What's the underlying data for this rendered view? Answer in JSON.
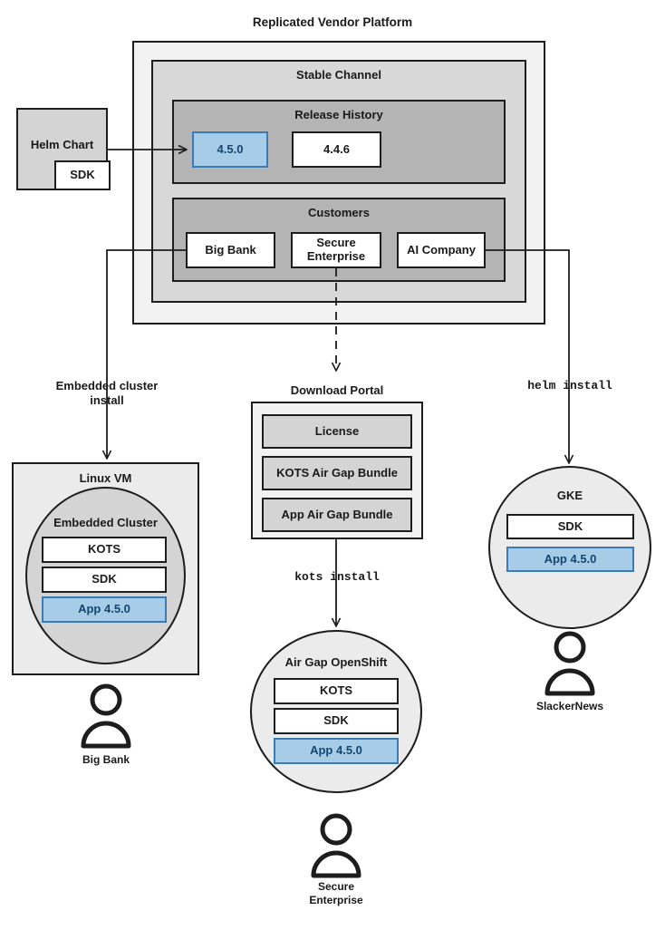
{
  "diagram": {
    "title": "Replicated Vendor Platform",
    "platform": {
      "stable_channel": {
        "label": "Stable Channel",
        "release_history": {
          "label": "Release History",
          "releases": [
            {
              "version": "4.5.0",
              "highlighted": true
            },
            {
              "version": "4.4.6",
              "highlighted": false
            }
          ]
        },
        "customers": {
          "label": "Customers",
          "items": [
            {
              "name": "Big Bank"
            },
            {
              "name": "Secure Enterprise"
            },
            {
              "name": "AI Company"
            }
          ]
        }
      }
    },
    "helm_chart": {
      "label": "Helm Chart",
      "sdk_label": "SDK"
    },
    "edges": [
      {
        "label": "Embedded cluster install",
        "style": "solid",
        "from": "Big Bank",
        "to": "Linux VM"
      },
      {
        "label": "",
        "style": "dashed",
        "from": "Secure Enterprise",
        "to": "Download Portal"
      },
      {
        "label": "kots install",
        "style": "solid",
        "mono": true,
        "from": "Download Portal",
        "to": "Air Gap OpenShift"
      },
      {
        "label": "helm install",
        "style": "solid",
        "mono": true,
        "from": "AI Company",
        "to": "GKE"
      }
    ],
    "download_portal": {
      "label": "Download Portal",
      "artifacts": [
        "License",
        "KOTS Air Gap Bundle",
        "App Air Gap Bundle"
      ]
    },
    "targets": [
      {
        "id": "linux-vm",
        "label": "Linux VM",
        "shape": "rect",
        "inner_label": "Embedded Cluster",
        "components": [
          {
            "name": "KOTS",
            "highlighted": false
          },
          {
            "name": "SDK",
            "highlighted": false
          },
          {
            "name": "App 4.5.0",
            "highlighted": true
          }
        ],
        "owner": "Big Bank"
      },
      {
        "id": "air-gap-openshift",
        "label": "Air Gap OpenShift",
        "shape": "ellipse",
        "components": [
          {
            "name": "KOTS",
            "highlighted": false
          },
          {
            "name": "SDK",
            "highlighted": false
          },
          {
            "name": "App 4.5.0",
            "highlighted": true
          }
        ],
        "owner": "Secure\nEnterprise",
        "owner_line1": "Secure",
        "owner_line2": "Enterprise"
      },
      {
        "id": "gke",
        "label": "GKE",
        "shape": "ellipse",
        "components": [
          {
            "name": "SDK",
            "highlighted": false
          },
          {
            "name": "App 4.5.0",
            "highlighted": true
          }
        ],
        "owner": "SlackerNews"
      }
    ],
    "labels": {
      "embedded_install_line1": "Embedded cluster",
      "embedded_install_line2": "install",
      "kots_install": "kots install",
      "helm_install": "helm install",
      "big_bank_person": "Big Bank",
      "secure_person_line1": "Secure",
      "secure_person_line2": "Enterprise",
      "slackernews_person": "SlackerNews"
    },
    "colors": {
      "accent_blue_fill": "#a6cce8",
      "accent_blue_border": "#3a7ab5",
      "accent_blue_text": "#14466e",
      "stroke": "#1d1d1d",
      "layer1": "#f2f2f2",
      "layer2": "#d8d8d8",
      "layer3": "#b4b4b4",
      "white": "#ffffff",
      "artifact_gray": "#d4d4d4"
    }
  }
}
